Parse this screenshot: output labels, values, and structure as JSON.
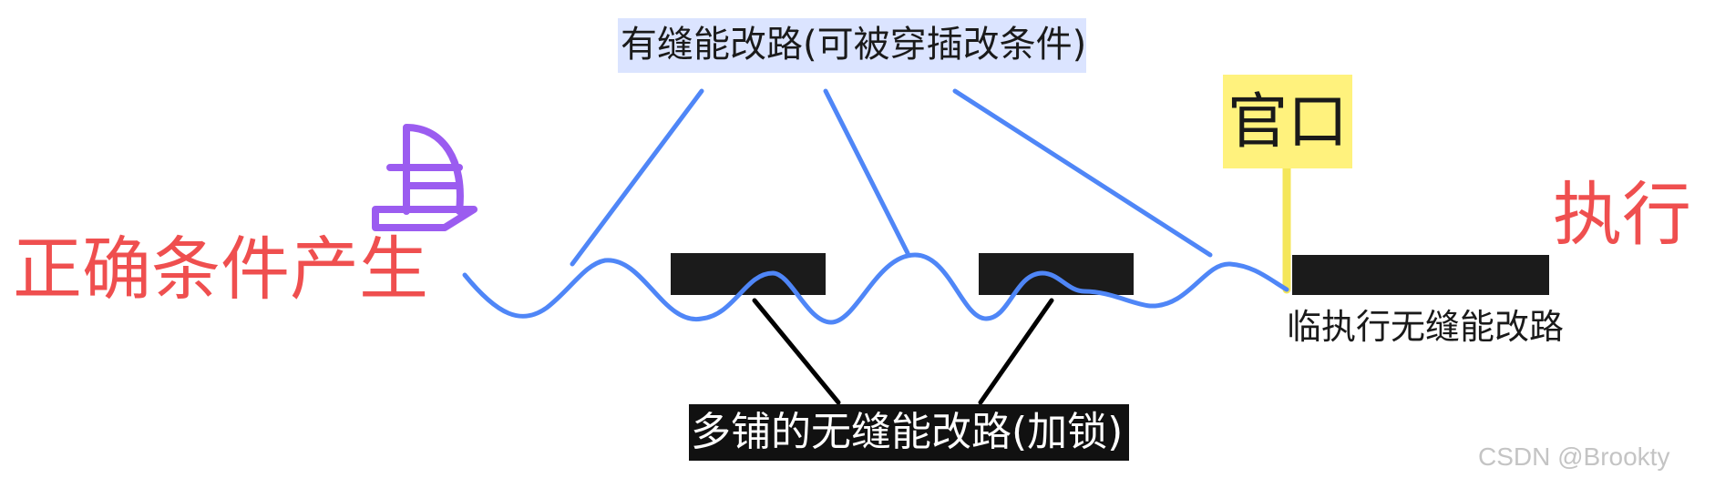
{
  "labels": {
    "top": "有缝能改路(可被穿插改条件)",
    "guankou": "官口",
    "left": "正确条件产生",
    "right": "执行",
    "bottom": "多铺的无缝能改路(加锁)",
    "right_small": "临执行无缝能改路",
    "watermark": "CSDN @Brookty"
  },
  "icons": {
    "boat": "sailboat-icon"
  },
  "colors": {
    "wave": "#4f86f7",
    "connector_blue": "#4f86f7",
    "connector_black": "#000000",
    "block": "#1b1b1b",
    "flag_pole": "#f4e65a",
    "flag_bg": "#fff27d",
    "top_label_bg": "#dbe4ff",
    "accent_red": "#ef4f4f",
    "boat": "#9b5cf0"
  }
}
